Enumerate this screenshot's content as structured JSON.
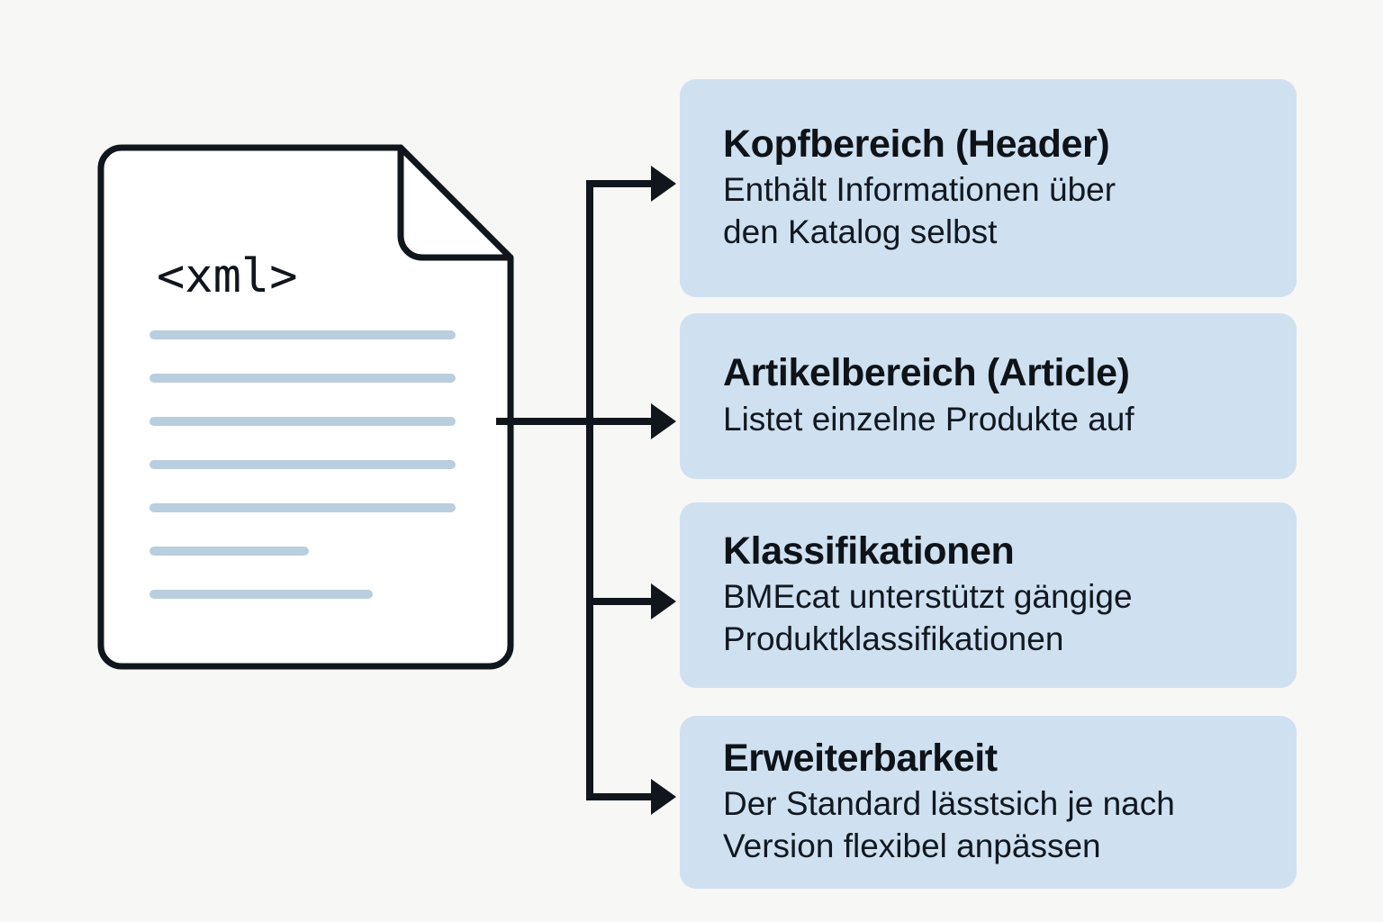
{
  "diagram": {
    "type": "document-structure-breakdown",
    "background_color": "#f7f7f6",
    "card_color": "#cfe0f0",
    "line_color": "#10161c",
    "doc_line_color": "#b9cede"
  },
  "document_icon": {
    "name": "xml-document",
    "label": "<xml>",
    "content_lines": [
      {
        "width_percent": 100
      },
      {
        "width_percent": 100
      },
      {
        "width_percent": 100
      },
      {
        "width_percent": 100
      },
      {
        "width_percent": 100
      },
      {
        "width_percent": 52
      },
      {
        "width_percent": 73
      }
    ]
  },
  "cards": [
    {
      "id": "header",
      "title": "Kopfbereich (Header)",
      "description_lines": [
        "Enthält Informationen über",
        "den Katalog selbst"
      ]
    },
    {
      "id": "article",
      "title": "Artikelbereich (Article)",
      "description_lines": [
        "Listet einzelne Produkte auf"
      ]
    },
    {
      "id": "classifications",
      "title": "Klassifikationen",
      "description_lines": [
        "BMEcat unterstützt gängige",
        "Produktklassifikationen"
      ]
    },
    {
      "id": "extensibility",
      "title": "Erweiterbarkeit",
      "description_lines": [
        "Der Standard lässtsich je nach",
        "Version flexibel anpässen"
      ]
    }
  ]
}
